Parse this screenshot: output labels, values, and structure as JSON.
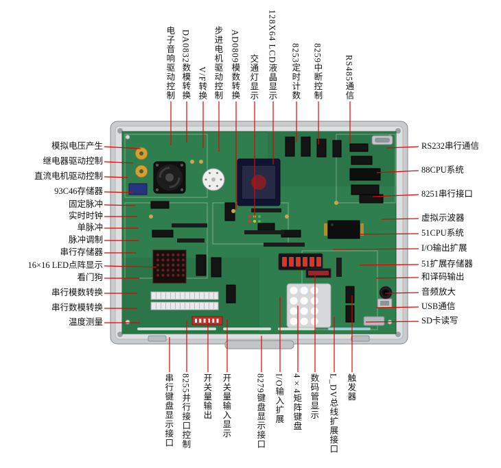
{
  "callouts": {
    "top": [
      "电子音响驱动控制",
      "DA0832数模转换",
      "V/F转换",
      "步进电机驱动控制",
      "AD0809模数转换",
      "交通灯显示",
      "128X64 LCD液晶显示",
      "8253定时计数",
      "8259中断控制",
      "RS485通信"
    ],
    "left": [
      "模拟电压产生",
      "继电器驱动控制",
      "直流电机驱动控制",
      "93C46存储器",
      "固定脉冲",
      "实时时钟",
      "单脉冲",
      "脉冲调制",
      "串行存储器",
      "16×16 LED点阵显示",
      "看门狗",
      "串行模数转换",
      "串行数模转换",
      "温度测量"
    ],
    "right": [
      "RS232串行通信",
      "88CPU系统",
      "8251串行接口",
      "虚拟示波器",
      "51CPU系统",
      "I/O输出扩展",
      "51扩展存储器",
      "和译码输出",
      "音频放大",
      "USB通信",
      "SD卡读写"
    ],
    "bottom": [
      "串行键盘显示接口",
      "8255并行接口控制",
      "开关量输出",
      "开关量输入显示",
      "8279键盘显示接口",
      "I/O输入扩展",
      "4×4矩阵键盘",
      "数码管显示",
      "L_DV总线扩展接口",
      "触发器"
    ]
  },
  "colors": {
    "callout_line": "#e60000",
    "pcb_green": "#2f7e4e",
    "case_gray": "#c9ccce",
    "label_text": "#111111"
  },
  "board_components": [
    "aluminum-case",
    "green-pcb",
    "carry-handle",
    "potentiometers",
    "relay",
    "cooling-fan",
    "rotary-dial",
    "lcd-display",
    "dip-chips",
    "cpu-8088-chip",
    "cpu-51-chip",
    "db9-serial-port",
    "seven-segment-display",
    "led-dot-matrix",
    "terminal-blocks",
    "dip-switch-red",
    "keypad-4x4",
    "small-digit-display",
    "usb-port",
    "sd-card-slot",
    "audio-speaker",
    "traffic-light-leds",
    "pin-headers",
    "capacitors",
    "silkscreen-text"
  ]
}
